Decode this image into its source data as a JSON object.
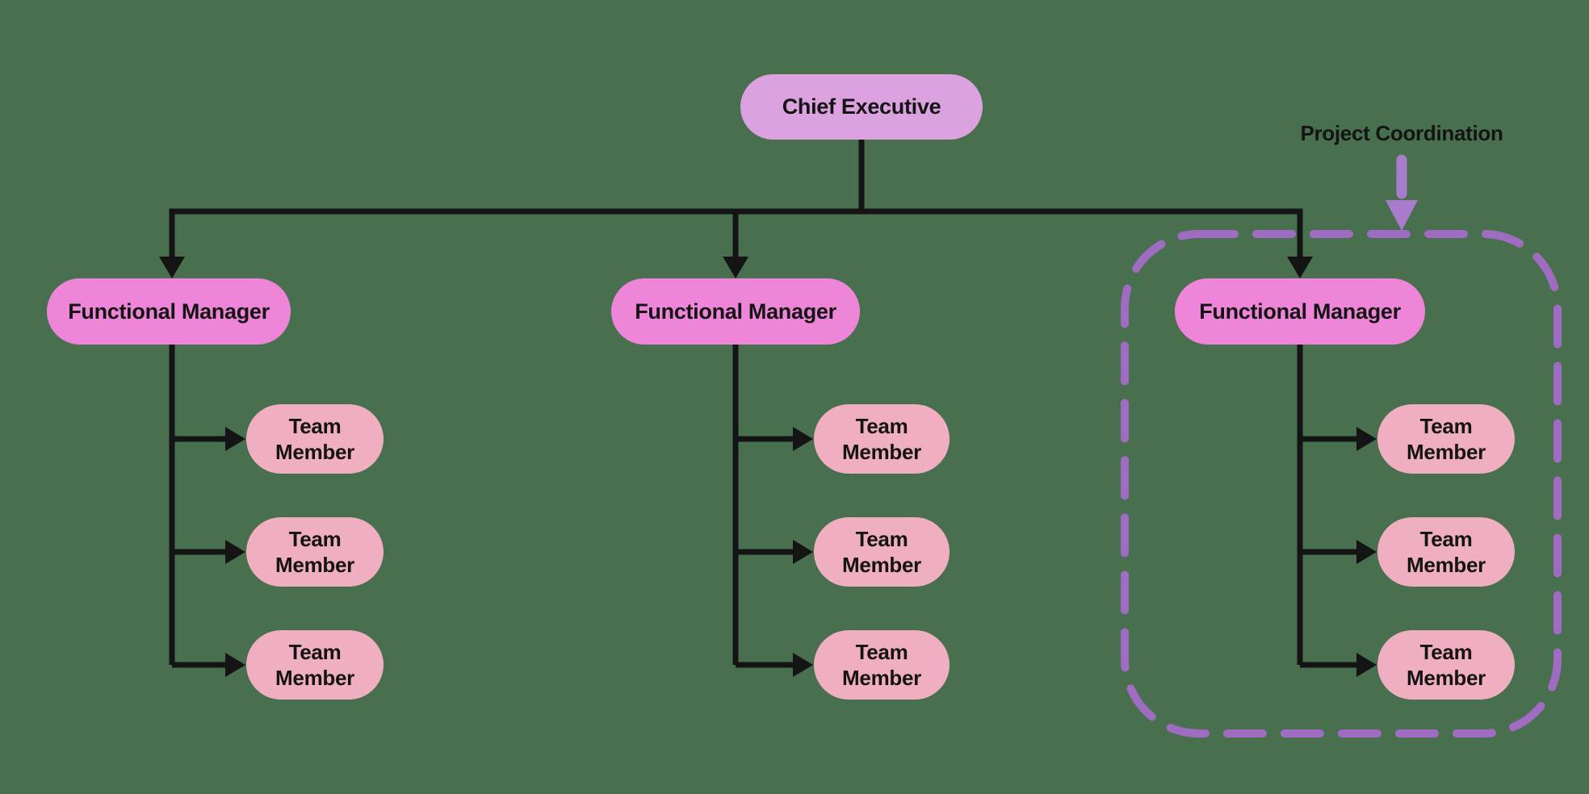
{
  "diagram": {
    "type": "org-chart",
    "root": {
      "label": "Chief Executive"
    },
    "columns": [
      {
        "manager": "Functional Manager",
        "members": [
          "Team Member",
          "Team Member",
          "Team Member"
        ]
      },
      {
        "manager": "Functional Manager",
        "members": [
          "Team Member",
          "Team Member",
          "Team Member"
        ]
      },
      {
        "manager": "Functional Manager",
        "members": [
          "Team Member",
          "Team Member",
          "Team Member"
        ]
      }
    ],
    "annotation": {
      "label": "Project Coordination"
    }
  },
  "colors": {
    "background": "#48704F",
    "executive_fill": "#DCA2DF",
    "manager_fill": "#EF85D9",
    "member_fill": "#F0AEC1",
    "connector_black": "#141414",
    "boundary_purple": "#A06CC2",
    "arrow_purple": "#A97BCB",
    "label_text": "#141414"
  }
}
